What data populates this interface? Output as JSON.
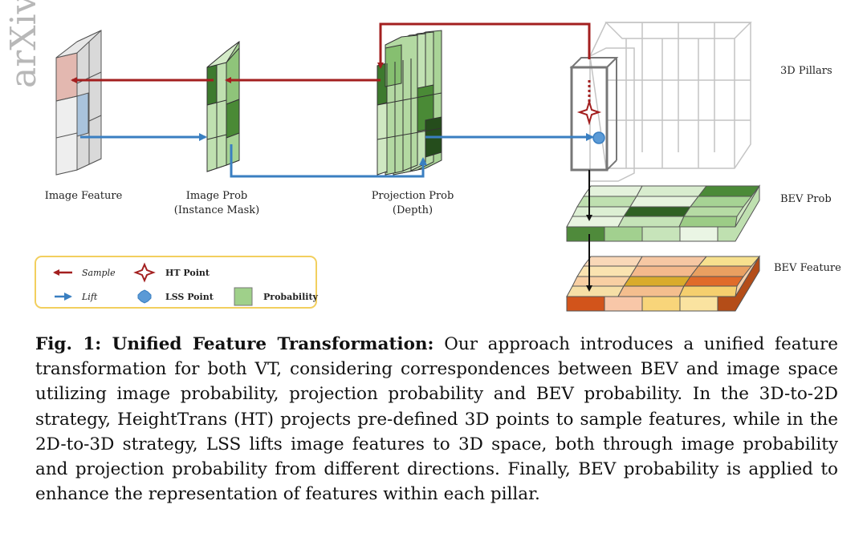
{
  "watermark": "arXiv",
  "labels": {
    "image_feature": "Image Feature",
    "image_prob": "Image Prob",
    "image_prob_sub": "(Instance Mask)",
    "projection_prob": "Projection Prob",
    "projection_prob_sub": "(Depth)",
    "pillars": "3D Pillars",
    "bev_prob": "BEV Prob",
    "bev_feature": "BEV Feature"
  },
  "legend": {
    "sample": "Sample",
    "lift": "Lift",
    "ht_point": "HT Point",
    "lss_point": "LSS Point",
    "probability": "Probability"
  },
  "colors": {
    "sample_arrow": "#a31f1f",
    "lift_arrow": "#3a7fc1",
    "probability": "#9fd08a",
    "legend_border": "#f2cf5e"
  },
  "caption": {
    "label": "Fig. 1: Unified Feature Transformation:",
    "text": "Our approach introduces a unified feature transformation for both VT, considering correspondences between BEV and image space utilizing image probability, projection probability and BEV probability. In the 3D-to-2D strategy, HeightTrans (HT) projects pre-defined 3D points to sample features, while in the 2D-to-3D strategy, LSS lifts image features to 3D space, both through image probability and projection probability from different directions. Finally, BEV probability is applied to enhance the representation of features within each pillar."
  }
}
